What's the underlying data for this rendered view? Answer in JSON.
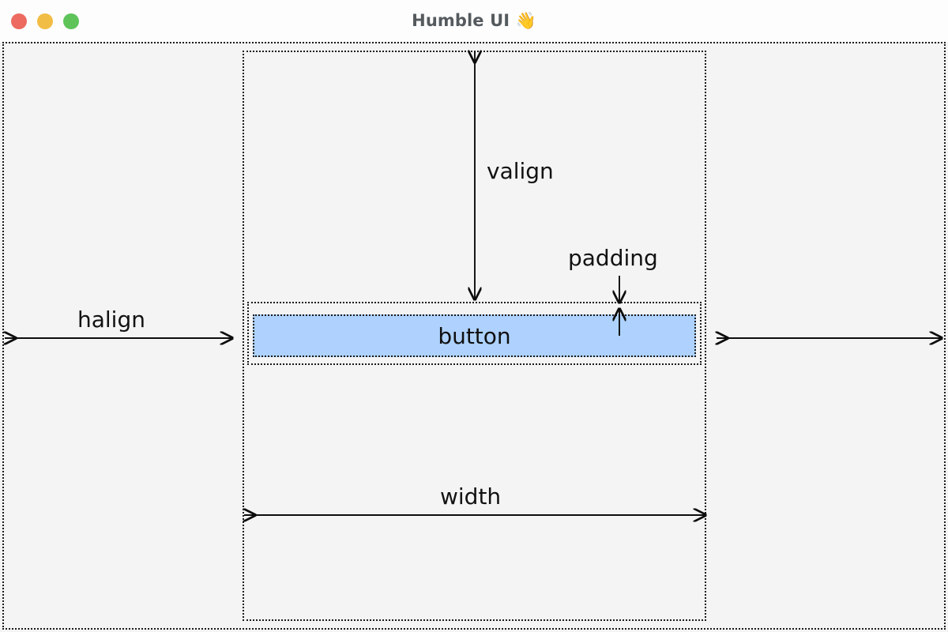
{
  "window": {
    "title_text": "Humble UI",
    "title_emoji": "👋",
    "controls": [
      {
        "name": "close",
        "color": "#ec6a5f"
      },
      {
        "name": "minimize",
        "color": "#f2bd44"
      },
      {
        "name": "zoom",
        "color": "#5ec45a"
      }
    ]
  },
  "canvas": {
    "background": "#f4f4f4",
    "dotted_color": "#1a1a1a",
    "boxes": [
      {
        "name": "root-container",
        "label": ""
      },
      {
        "name": "column-container",
        "label": ""
      },
      {
        "name": "padding-box",
        "label": ""
      }
    ]
  },
  "button": {
    "label": "button",
    "fill": "#aed2fd",
    "text_color": "#101010"
  },
  "annotations": {
    "halign": "halign",
    "valign": "valign",
    "padding": "padding",
    "width": "width"
  },
  "arrows": [
    {
      "name": "halign-left-arrow",
      "orientation": "horizontal",
      "heads": "both"
    },
    {
      "name": "halign-right-arrow",
      "orientation": "horizontal",
      "heads": "both"
    },
    {
      "name": "valign-arrow",
      "orientation": "vertical",
      "heads": "both"
    },
    {
      "name": "padding-top-arrow",
      "orientation": "vertical",
      "heads": "down"
    },
    {
      "name": "padding-bottom-arrow",
      "orientation": "vertical",
      "heads": "up"
    },
    {
      "name": "width-arrow",
      "orientation": "horizontal",
      "heads": "both"
    }
  ]
}
